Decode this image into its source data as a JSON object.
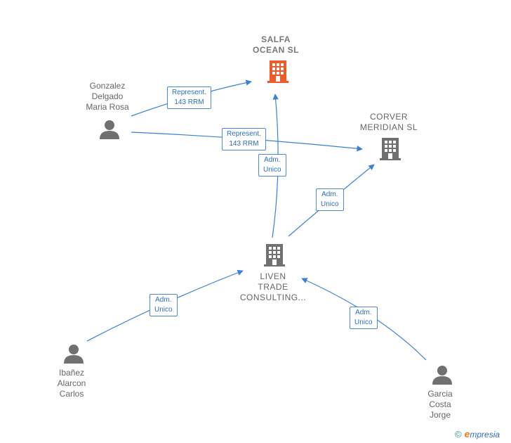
{
  "nodes": {
    "salfa": {
      "lines": [
        "SALFA",
        "OCEAN  SL"
      ],
      "type": "company",
      "color": "#f05a28"
    },
    "corver": {
      "lines": [
        "CORVER",
        "MERIDIAN  SL"
      ],
      "type": "company",
      "color": "#707070"
    },
    "liven": {
      "lines": [
        "LIVEN",
        "TRADE",
        "CONSULTING..."
      ],
      "type": "company",
      "color": "#707070"
    },
    "gonzalez": {
      "lines": [
        "Gonzalez",
        "Delgado",
        "Maria Rosa"
      ],
      "type": "person"
    },
    "ibanez": {
      "lines": [
        "Ibañez",
        "Alarcon",
        "Carlos"
      ],
      "type": "person"
    },
    "garcia": {
      "lines": [
        "Garcia",
        "Costa",
        "Jorge"
      ],
      "type": "person"
    }
  },
  "edges": [
    {
      "id": "gonzalez-salfa",
      "lines": [
        "Represent.",
        "143 RRM"
      ]
    },
    {
      "id": "gonzalez-corver",
      "lines": [
        "Represent.",
        "143 RRM"
      ]
    },
    {
      "id": "liven-salfa",
      "lines": [
        "Adm.",
        "Unico"
      ]
    },
    {
      "id": "liven-corver",
      "lines": [
        "Adm.",
        "Unico"
      ]
    },
    {
      "id": "ibanez-liven",
      "lines": [
        "Adm.",
        "Unico"
      ]
    },
    {
      "id": "garcia-liven",
      "lines": [
        "Adm.",
        "Unico"
      ]
    }
  ],
  "brand": {
    "copyright": "©",
    "initial": "e",
    "rest": "mpresia"
  },
  "colors": {
    "edge": "#3a80d4",
    "person": "#707070"
  }
}
